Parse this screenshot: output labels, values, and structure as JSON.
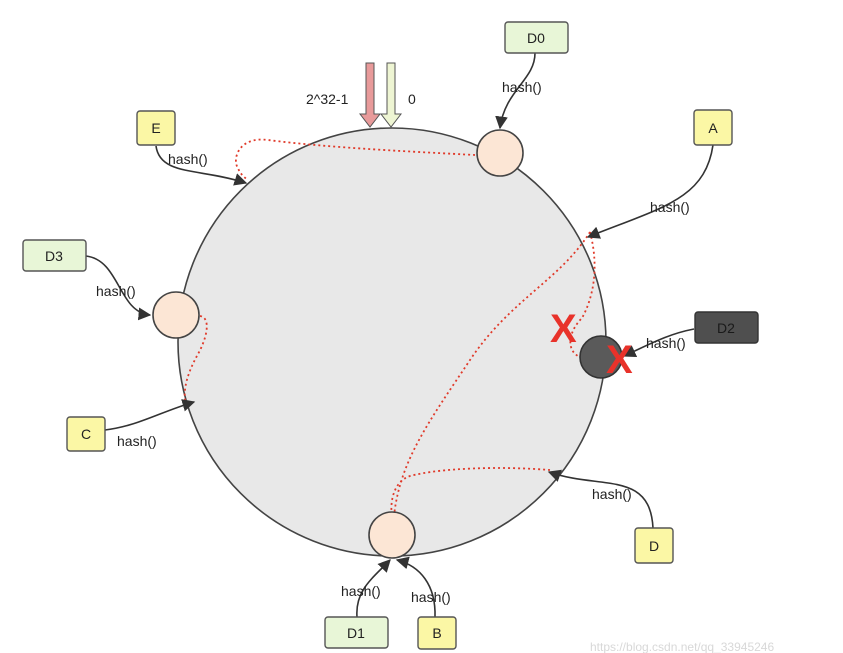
{
  "ring": {
    "top_labels": {
      "max": "2^32-1",
      "zero": "0"
    }
  },
  "hash_fn": "hash()",
  "nodes": {
    "A": "A",
    "B": "B",
    "C": "C",
    "D": "D",
    "E": "E"
  },
  "data_items": {
    "D0": "D0",
    "D1": "D1",
    "D2": "D2",
    "D3": "D3"
  },
  "removed_marker": "X",
  "watermark": "https://blog.csdn.net/qq_33945246",
  "colors": {
    "ring_fill": "#e8e8e8",
    "server_node": "#fce6d5",
    "failed_node": "#5a5a5a",
    "data_box": "#e8f6d7",
    "node_box": "#fbf7a5",
    "dead_box": "#4f4f4f",
    "dotted_link": "#e03a2a",
    "remove_mark": "#e8322a",
    "arrow_max": "#e89a9a",
    "arrow_zero": "#eef5d3"
  }
}
